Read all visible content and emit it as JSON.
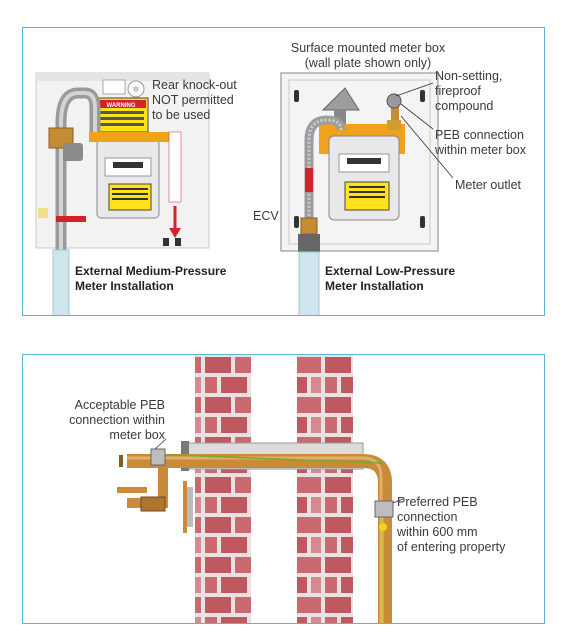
{
  "top_panel": {
    "left": {
      "rear_knockout_label": "Rear knock-out\nNOT permitted\nto be used",
      "caption": "External Medium-Pressure\nMeter Installation",
      "warning_text": "WARNING"
    },
    "right": {
      "surface_box_label": "Surface mounted meter box\n(wall plate shown only)",
      "non_setting_label": "Non-setting,\nfireproof\ncompound",
      "peb_box_label": "PEB connection\nwithin meter box",
      "meter_outlet_label": "Meter outlet",
      "ecv_label": "ECV",
      "caption": "External Low-Pressure\nMeter Installation"
    }
  },
  "bottom_panel": {
    "acceptable_label": "Acceptable PEB\nconnection within\nmeter box",
    "preferred_label": "Preferred PEB\nconnection\nwithin 600 mm\nof entering property"
  },
  "colors": {
    "frame": "#5ab4d6",
    "brick": "#c0595f",
    "copper": "#c98a3a",
    "earth_wire": "#7aa832",
    "warning_red": "#d2232a"
  }
}
